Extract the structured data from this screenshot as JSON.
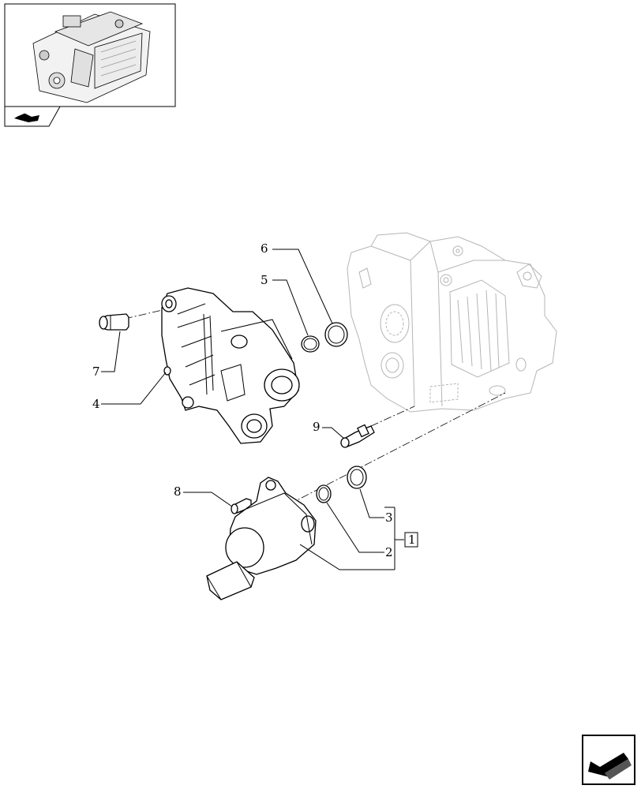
{
  "thumbnail": {
    "icon": "engine-thumbnail-icon",
    "nav_icon": "previous-page-arrow-icon"
  },
  "callouts": [
    "1",
    "2",
    "3",
    "4",
    "5",
    "6",
    "7",
    "8",
    "9"
  ],
  "corner_icon": "next-page-arrow-icon"
}
